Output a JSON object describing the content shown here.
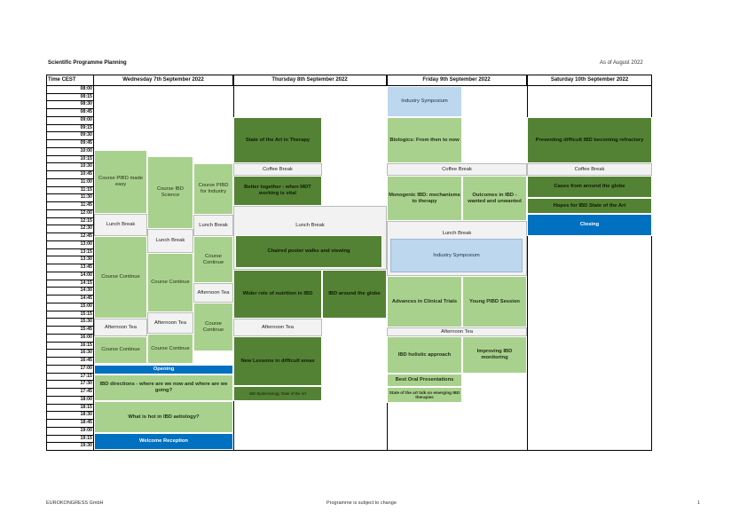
{
  "header": {
    "title": "Scientific Programme Planning",
    "date": "As of August 2022"
  },
  "columns": {
    "time": "Time CEST",
    "wed": "Wednesday 7th September 2022",
    "thu": "Thursday 8th September 2022",
    "fri": "Friday 9th September 2022",
    "sat": "Saturday 10th September 2022"
  },
  "times": [
    "08:00",
    "08:15",
    "08:30",
    "08:45",
    "09:00",
    "09:15",
    "09:30",
    "09:45",
    "10:00",
    "10:15",
    "10:30",
    "10:45",
    "11:00",
    "11:15",
    "11:30",
    "11:45",
    "12:00",
    "12:15",
    "12:30",
    "12:45",
    "13:00",
    "13:15",
    "13:30",
    "13:45",
    "14:00",
    "14:15",
    "14:30",
    "14:45",
    "15:00",
    "15:15",
    "15:30",
    "15:45",
    "16:00",
    "16:15",
    "16:30",
    "16:45",
    "17:00",
    "17:15",
    "17:30",
    "17:45",
    "18:00",
    "18:15",
    "18:30",
    "18:45",
    "19:00",
    "19:15",
    "19:30"
  ],
  "sessions": {
    "w1": "Course PIBD made easy",
    "w2": "Course IBD Science",
    "w3": "Course PIBD for Industry",
    "w_lunch1": "Lunch Break",
    "w_lunch2": "Lunch Break",
    "w_lunch3": "Lunch Break",
    "w_cc1": "Course Continue",
    "w_cc2": "Course Continue",
    "w_cc3": "Course Continue",
    "w_at1": "Afternoon Tea",
    "w_at2": "Afternoon Tea",
    "w_at3": "Afternoon Tea",
    "w_cc4": "Course Continue",
    "w_cc5": "Course Continue",
    "w_cc6": "Course Continue",
    "w_open": "Opening",
    "w_dir": "IBD directions - where are we now and where are we going?",
    "w_hot": "What is hot in IBD aetiology?",
    "w_welcome": "Welcome Reception",
    "t_state": "State of the Art in Therapy",
    "t_coffee": "Coffee Break",
    "t_better": "Better together - when MDT working is vital",
    "t_lunch": "Lunch Break",
    "t_poster": "Chaired poster walks and viewing",
    "t_nutrition": "Wider role of nutrition in IBD",
    "t_globe": "IBD around the globe",
    "t_tea": "Afternoon Tea",
    "t_lessons": "New Lessons in difficult areas",
    "t_epi": "IBD Epidemiology State of the Art",
    "f_ind1": "Industry Symposium",
    "f_bio": "Biologics: From then to now",
    "f_coffee": "Coffee Break",
    "f_mono": "Monogenic IBD: mechanisms to therapy",
    "f_outcomes": "Outcomes in IBD - wanted and unwanted",
    "f_lunch": "Lunch Break",
    "f_ind2": "Industry Symposium",
    "f_clinical": "Advances in Clinical Trials",
    "f_young": "Young PIBD Session",
    "f_tea": "Afternoon Tea",
    "f_holistic": "IBD holistic approach",
    "f_improving": "Improving IBD monitoring",
    "f_best": "Best Oral Presentations",
    "f_state": "State of the art talk on emerging IBD therapies",
    "s_prevent": "Preventing difficult IBD becoming refractory",
    "s_coffee": "Coffee Break",
    "s_cases": "Cases from around the globe",
    "s_hopes": "Hopes for IBD State of the Art",
    "s_closing": "Closing"
  },
  "footer": {
    "left": "EUROKONGRESS GmbH",
    "center": "Programme is subject to change",
    "page": "1"
  },
  "colors": {
    "light_green": "#a9d18e",
    "dark_green": "#548235",
    "blue": "#0070c0",
    "light_blue": "#bdd7ee",
    "gray": "#f2f2f2"
  }
}
